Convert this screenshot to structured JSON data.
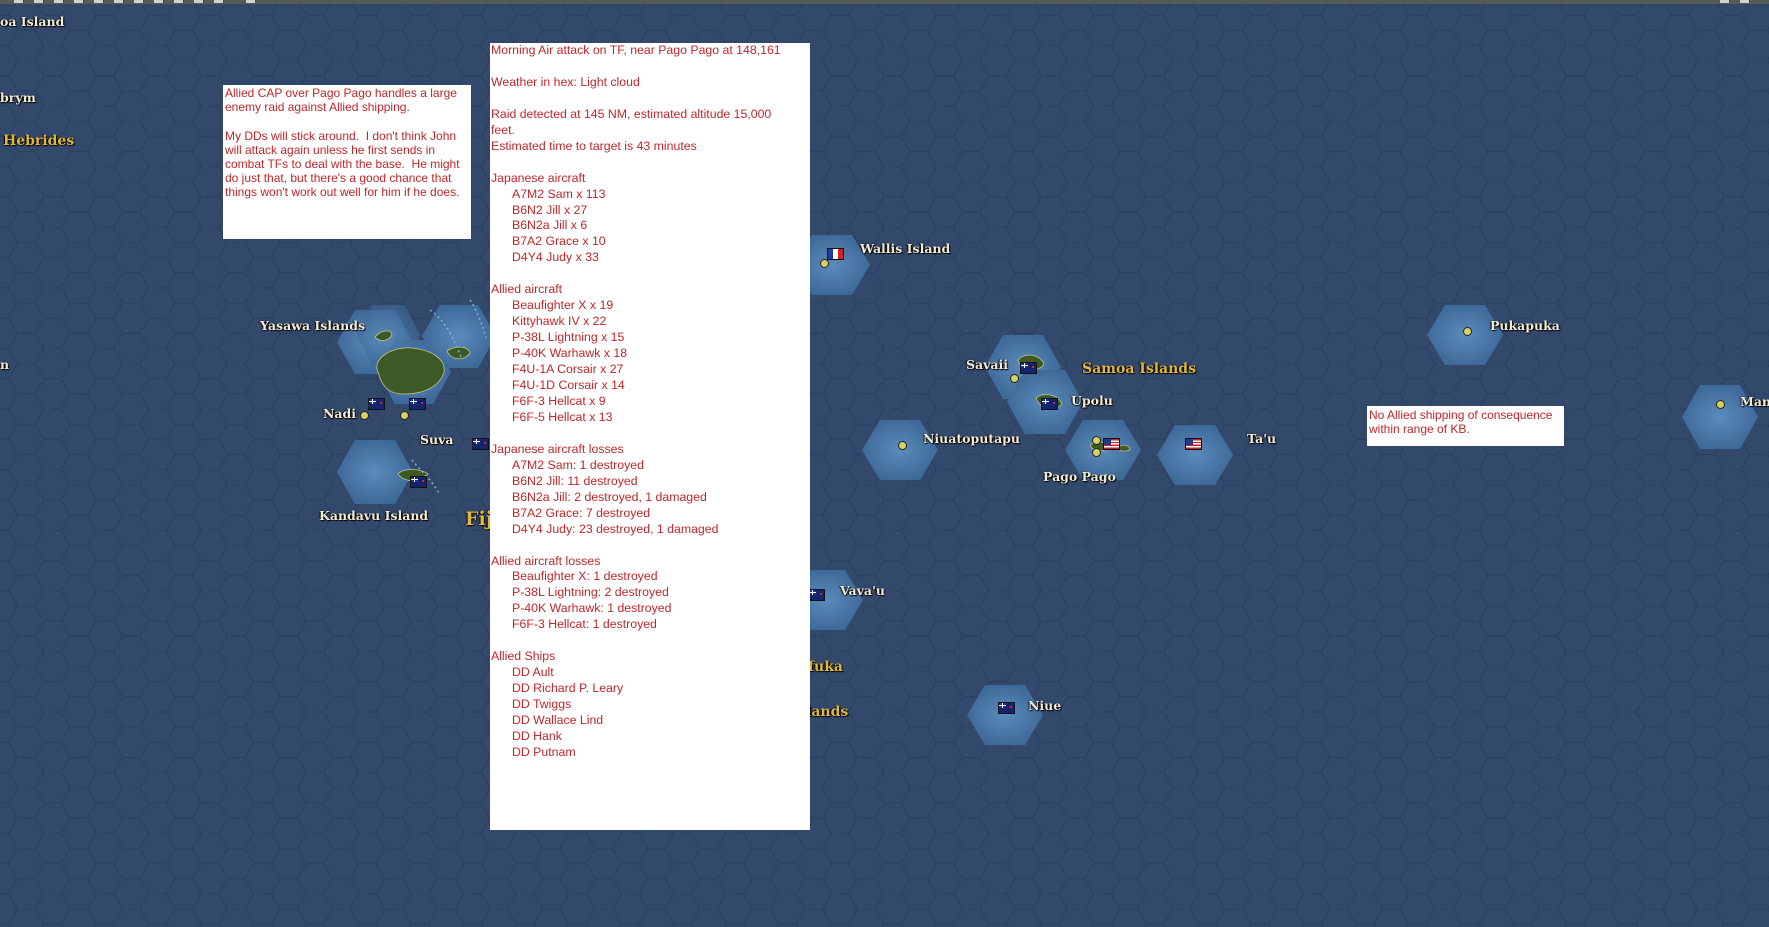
{
  "map": {
    "labels": {
      "oa_island": "oa Island",
      "brym": "brym",
      "hebrides": "Hebrides",
      "n_edge": "n",
      "yasawa": "Yasawa Islands",
      "nadi": "Nadi",
      "suva": "Suva",
      "kandavu": "Kandavu Island",
      "fiji": "Fij",
      "wallis": "Wallis Island",
      "savaii": "Savaii",
      "samoa": "Samoa Islands",
      "upolu": "Upolu",
      "niuatoputapu": "Niuatoputapu",
      "pago_pago": "Pago Pago",
      "tau": "Ta'u",
      "vavau": "Vava'u",
      "fuka": "fuka",
      "lands": "lands",
      "niue": "Niue",
      "pukapuka": "Pukapuka",
      "man": "Man"
    },
    "colors": {
      "ocean": "#33496c",
      "hex_line": "#2a3d5c",
      "shallow": "#4a7aab",
      "land": "#3d5a28",
      "note_text": "#c0262b",
      "label_gold": "#e0b83f",
      "target_ring": "#d61f26"
    },
    "icons": [
      "new-zealand-flag-icon",
      "us-flag-icon",
      "french-flag-icon",
      "base-marker-icon",
      "task-force-icon",
      "target-ring-icon"
    ]
  },
  "notes": {
    "cap_note": "Allied CAP over Pago Pago handles a large enemy raid against Allied shipping.\n\nMy DDs will stick around.  I don't think John will attack again unless he first sends in combat TFs to deal with the base.  He might do just that, but there's a good chance that things won't work out well for him if he does.",
    "kb_note": "No Allied shipping of consequence within range of KB."
  },
  "report": {
    "title": "Morning Air attack on TF, near Pago Pago at 148,161",
    "weather": "Weather in hex: Light cloud",
    "raid_1": "Raid detected at 145 NM, estimated altitude 15,000",
    "raid_2": "feet.",
    "raid_3": "Estimated time to target is 43 minutes",
    "jp_aircraft_header": "Japanese aircraft",
    "jp_aircraft": [
      "A7M2 Sam x 113",
      "B6N2 Jill x 27",
      "B6N2a Jill x 6",
      "B7A2 Grace x 10",
      "D4Y4 Judy x 33"
    ],
    "al_aircraft_header": "Allied aircraft",
    "al_aircraft": [
      "Beaufighter X x 19",
      "Kittyhawk IV x 22",
      "P-38L Lightning x 15",
      "P-40K Warhawk x 18",
      "F4U-1A Corsair x 27",
      "F4U-1D Corsair x 14",
      "F6F-3 Hellcat x 9",
      "F6F-5 Hellcat x 13"
    ],
    "jp_losses_header": "Japanese aircraft losses",
    "jp_losses": [
      "A7M2 Sam: 1 destroyed",
      "B6N2 Jill: 11 destroyed",
      "B6N2a Jill: 2 destroyed, 1 damaged",
      "B7A2 Grace: 7 destroyed",
      "D4Y4 Judy: 23 destroyed, 1 damaged"
    ],
    "al_losses_header": "Allied aircraft losses",
    "al_losses": [
      "Beaufighter X: 1 destroyed",
      "P-38L Lightning: 2 destroyed",
      "P-40K Warhawk: 1 destroyed",
      "F6F-3 Hellcat: 1 destroyed"
    ],
    "ships_header": "Allied Ships",
    "ships": [
      "DD Ault",
      "DD Richard P. Leary",
      "DD Twiggs",
      "DD Wallace Lind",
      "DD Hank",
      "DD Putnam"
    ]
  }
}
